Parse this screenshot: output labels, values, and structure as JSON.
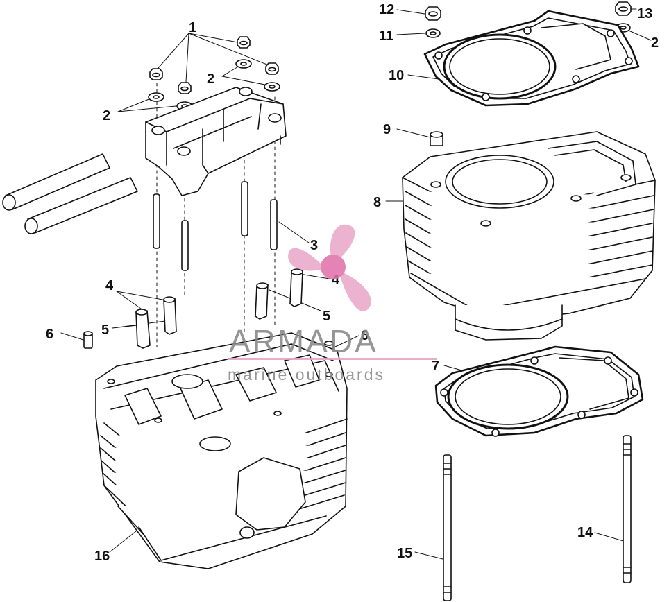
{
  "diagram": {
    "callouts": [
      {
        "id": "c1",
        "label": "1"
      },
      {
        "id": "c2a",
        "label": "2"
      },
      {
        "id": "c2b",
        "label": "2"
      },
      {
        "id": "c2c",
        "label": "2"
      },
      {
        "id": "c3",
        "label": "3"
      },
      {
        "id": "c4a",
        "label": "4"
      },
      {
        "id": "c4b",
        "label": "4"
      },
      {
        "id": "c5a",
        "label": "5"
      },
      {
        "id": "c5b",
        "label": "5"
      },
      {
        "id": "c6a",
        "label": "6"
      },
      {
        "id": "c6b",
        "label": "6"
      },
      {
        "id": "c7",
        "label": "7"
      },
      {
        "id": "c8",
        "label": "8"
      },
      {
        "id": "c9",
        "label": "9"
      },
      {
        "id": "c10",
        "label": "10"
      },
      {
        "id": "c11",
        "label": "11"
      },
      {
        "id": "c12",
        "label": "12"
      },
      {
        "id": "c13",
        "label": "13"
      },
      {
        "id": "c14",
        "label": "14"
      },
      {
        "id": "c15",
        "label": "15"
      },
      {
        "id": "c16",
        "label": "16"
      }
    ]
  },
  "watermark": {
    "title": "ARMADA",
    "subtitle": "marine outboards",
    "colors": {
      "text": "#8a8a8a",
      "accent": "#e8a6c8",
      "line": "#e9a2c6"
    }
  }
}
